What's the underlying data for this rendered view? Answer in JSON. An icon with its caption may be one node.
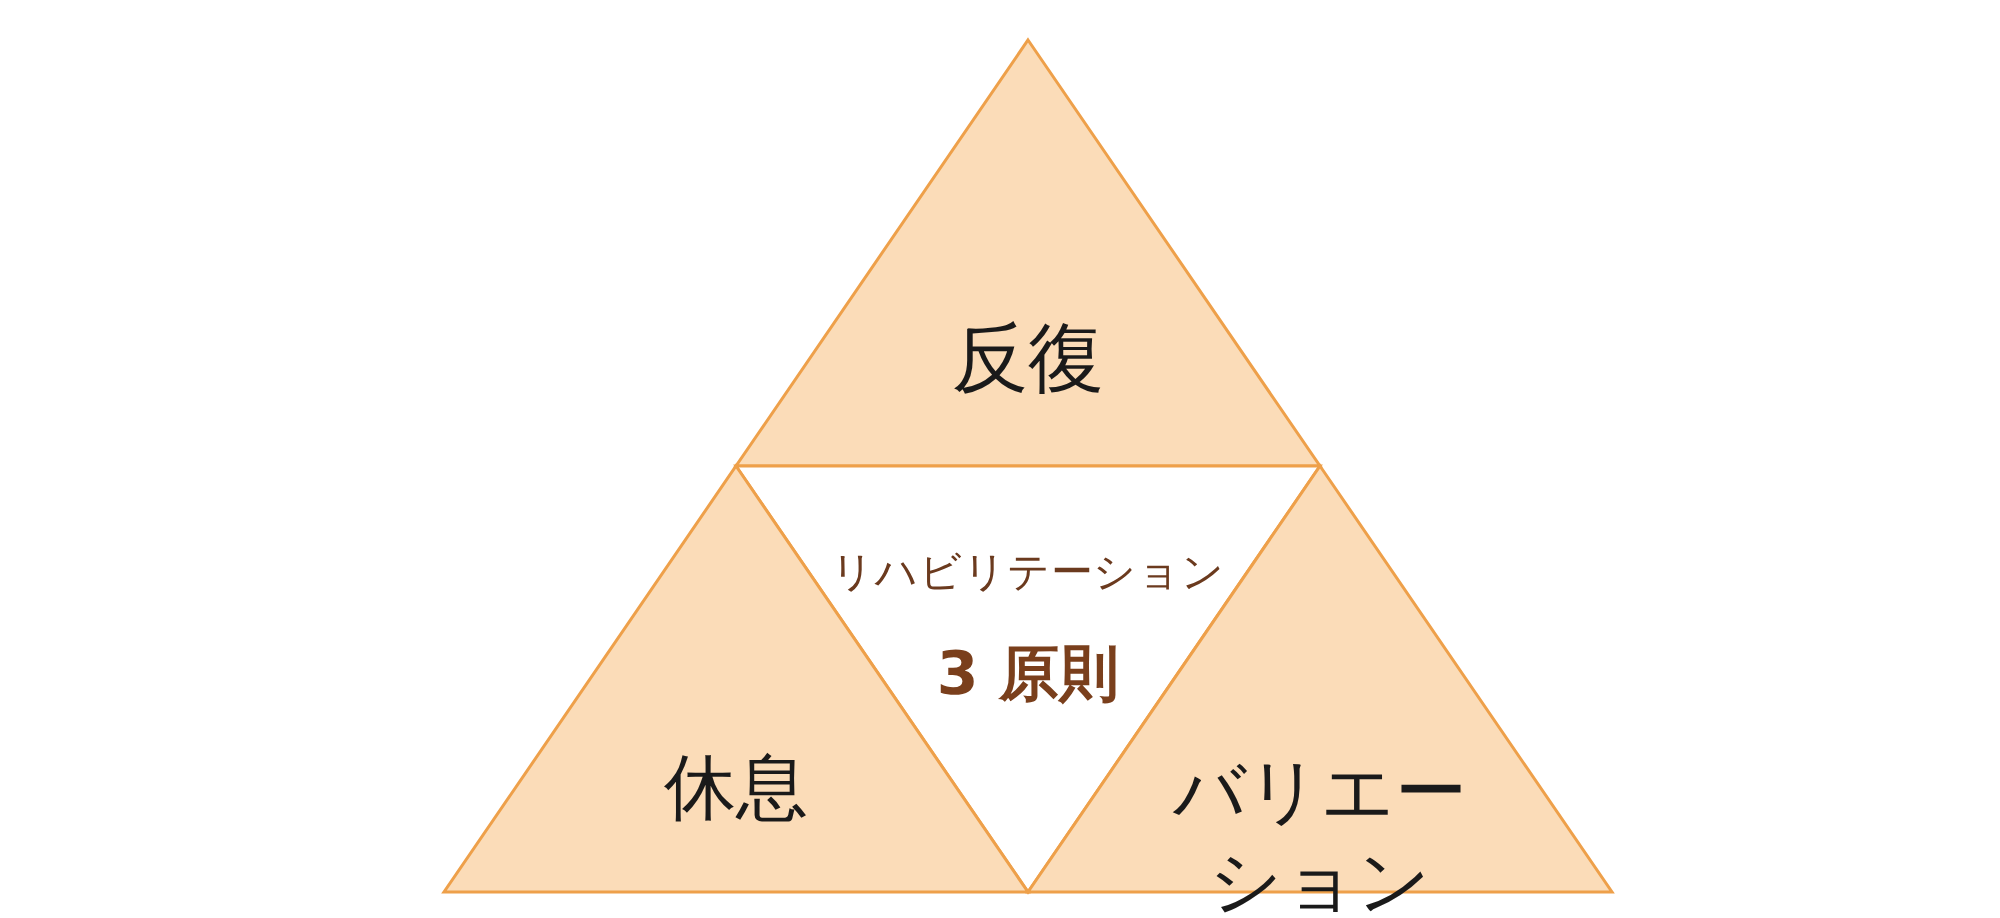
{
  "diagram": {
    "nodes": [
      {
        "text": [
          "反復"
        ]
      },
      {
        "text": [
          "リハビリテーション",
          "3 原則"
        ]
      },
      {
        "text": [
          "休息"
        ]
      },
      {
        "text": [
          "バリエーション"
        ]
      }
    ]
  }
}
